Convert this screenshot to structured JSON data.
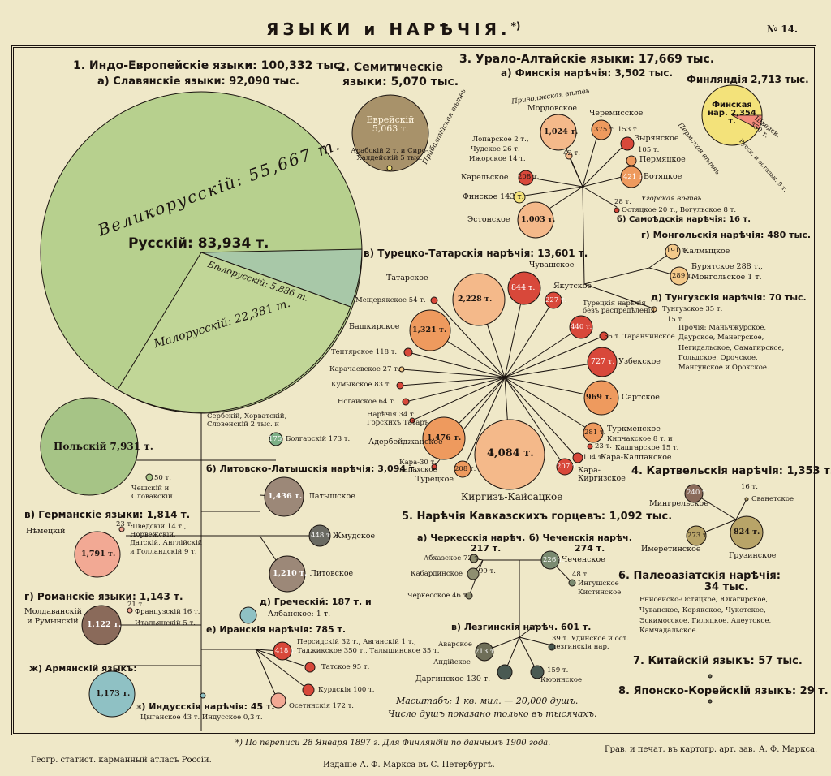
{
  "header": {
    "title": "ЯЗЫКИ и НАРѢЧІЯ.",
    "title_mark": "*)",
    "plate_no": "№ 14."
  },
  "sections": {
    "indo": "1. Индо-Европейскіе языки: 100,332 тыс.",
    "slavic": "а) Славянскіе языки: 92,090 тыс.",
    "semitic_1": "2. Семитическіе",
    "semitic_2": "языки: 5,070 тыс.",
    "ural": "3. Урало-Алтайскіе языки: 17,669 тыс.",
    "finnish": "а) Финскія нарѣчія: 3,502 тыс.",
    "finland": "Финляндія 2,713 тыс.",
    "turkic": "в) Турецко-Татарскія нарѣчія: 13,601 т.",
    "mongol": "г) Монгольскія нарѣчія: 480 тыс.",
    "tungus": "д) Тунгузскія нарѣчія: 70 тыс.",
    "samoyed": "б) Самоѣдскія нарѣчія: 16 т.",
    "kartvel": "4. Картвельскія нарѣчія: 1,353 т.",
    "caucasus": "5. Нарѣчія Кавказскихъ горцевъ: 1,092 тыс.",
    "cherkess_1": "а) Черкесскія нарѣч.",
    "cherkess_2": "217 т.",
    "chechen_1": "б) Чеченскія нарѣч.",
    "chechen_2": "274 т.",
    "lezgin": "в) Лезгинскія нарѣч. 601 т.",
    "paleo_1": "6. Палеоазіатскія нарѣчія:",
    "paleo_2": "34 тыс.",
    "chinese": "7. Китайскій языкъ: 57 тыс.",
    "japkor": "8. Японско-Корейскій языкъ: 29 т.",
    "lithlat": "б) Литовско-Латышскія нарѣчія: 3,094 т.",
    "german": "в) Германскіе языки: 1,814 т.",
    "romance": "г) Романскіе языки: 1,143 т.",
    "armenian": "ж) Армянскій языкъ:",
    "greek": "д) Греческій: 187 т. и",
    "albanian": "Албанское: 1 т.",
    "iranian": "е) Иранскія нарѣчія: 785 т.",
    "indic": "з) Индусскія нарѣчія: 45 т.",
    "indic_sub": "Цыганское 43 т. Индусское 0,3 т."
  },
  "branches": {
    "volga": "Приволжская вѣтвь",
    "baltic": "Прибалтійская вѣтвь",
    "perm": "Пермская вѣтвь",
    "ugric": "Угорская вѣтвь"
  },
  "russian": {
    "total": "Русскій: 83,934 т.",
    "great": "Великорусскій: 55,667 т.",
    "little": "Малорусскій: 22,381 т.",
    "white": "Бѣлорусскій: 5,886 т."
  },
  "finland_pie": {
    "value": "Финская нар. 2,354 т.",
    "swedish": "Шведск. 350 т.",
    "rest": "Русск. и остальн. 9 т."
  },
  "circles": {
    "jewish": "Еврейскій 5,063 т.",
    "jewish_sub": "Арабскій 2 т. и Сиро-Халдейскій 5 тыс.",
    "polish": "Польскій 7,931 т.",
    "polish_small": "50 т.",
    "czech": "Чешскій и Словакскій",
    "serb": "Сербскій, Хорватскій, Словенскій 2 тыс. и",
    "bulg_val": "175 т.",
    "bulg": "Болгарскій 173 т.",
    "latvian_val": "1,436 т.",
    "latvian": "Латышское",
    "zhmud_val": "448 т.",
    "zhmud": "Жмудское",
    "lith_val": "1,210 т.",
    "lith": "Литовское",
    "german_val": "1,791 т.",
    "german_lbl": "Нѣмецкій",
    "german_23": "23 т.",
    "german_sub": "Шведскій 14 т., Норвежскій, Датскій, Англійскій и Голландскій 9 т.",
    "molda_val": "1,122 т.",
    "molda": "Молдаванскій и Румынскій",
    "french": "Французскій 16 т.",
    "italian": "Итальянскій 5 т.",
    "romance_21": "21 т.",
    "armenian_val": "1,173 т.",
    "persian_val": "418 т.",
    "persian": "Персидскій 32 т., Авганскій 1 т.,",
    "tajik": "Таджикское 350 т., Талышинское 35 т.",
    "tat": "Татское 95 т.",
    "kurd": "Курдскія 100 т.",
    "oset": "Осетинскія 172 т."
  },
  "finnic": {
    "mordva_val": "1,024 т.",
    "mordva": "Мордовское",
    "cherem_val": "375 т.",
    "cherem": "Черемисское",
    "lopar": "Лопарское 2 т.,",
    "chud": "Чудское 26 т.",
    "izhor": "Ижорское 14 т.",
    "n42": "42 т.",
    "karel_val": "208 т.",
    "karel": "Карельское",
    "finsk": "Финское 143 т.",
    "eston_val": "1,003 т.",
    "eston": "Эстонское",
    "n153": "153 т.",
    "zyryan": "Зырянское",
    "n105": "105 т.",
    "perm": "Пермяцкое",
    "votyak_val": "421 т.",
    "votyak": "Вотяцкое",
    "n28": "28 т.",
    "ostyak": "Остяцкое 20 т., Вогульское 8 т."
  },
  "mongolic": {
    "kalmyk_val": "191 т.",
    "kalmyk": "Калмыцкое",
    "buryat": "Бурятское 288 т.,",
    "mong": "Монгольское 1 т.",
    "buryat_val": "289 т.",
    "tungus": "Тунгузское 35 т.",
    "n15": "15 т.",
    "prochie": "Прочія: Маньчжурское, Даурское, Манегрское, Негидальское, Самагирское, Гольдское, Орочское, Мангунское и Орокское."
  },
  "turkic": {
    "tatar_val": "2,228 т.",
    "tatar": "Татарское",
    "chuvash_val": "844 т.",
    "chuvash": "Чувашское",
    "yakut_val": "227 т.",
    "yakut": "Якутское",
    "meshch": "Мещерякское 54 т.",
    "bashkir_val": "1,321 т.",
    "bashkir": "Башкирское",
    "teptyar": "Тептярское 118 т.",
    "karachay": "Карачаевское 27 т.",
    "kumyk": "Кумыкское 83 т.",
    "nogai": "Ногайское 64 т.",
    "nar34": "Нарѣчія 34 т.",
    "gorsk": "Горскихъ Татаръ",
    "azer_val": "1,476 т.",
    "azer": "Адербейджанское",
    "karapap": "Кара-30 т. папахское",
    "turk_val": "208 т.",
    "turk": "Турецкое",
    "kirgiz_val": "4,084 т.",
    "kirgiz": "Киргизъ-Кайсацкое",
    "unclassified": "Турецкія нарѣчія безъ распредѣленія",
    "uncl_val": "440 т.",
    "taranch": "56 т. Таранчинское",
    "uzbek_val": "727 т.",
    "uzbek": "Узбекское",
    "sart_val": "969 т.",
    "sart": "Сартское",
    "turkmen_val": "281 т.",
    "turkmen": "Туркменское",
    "kipchak": "Кипчакское 8 т. и",
    "n23": "23 т.",
    "kashgar": "Кашгарское 15 т.",
    "karakalp_val": "104 т.",
    "karakalp": "Кара-Калпакское",
    "karakirg_val": "207 т.",
    "karakirg": "Кара-Киргизское"
  },
  "kartvelic": {
    "mingrel_val": "240 т.",
    "mingrel": "Мингрельское",
    "n16": "16 т.",
    "svan": "Сванетское",
    "imeret_val": "273 т.",
    "imeret": "Имеретинское",
    "gruz_val": "824 т.",
    "gruz": "Грузинское"
  },
  "caucasic": {
    "abkhaz": "Абхазское 72 т.",
    "kabard": "Кабардинское",
    "kab_val": "99 т.",
    "cherkess": "Черкесское 46 т.",
    "chechen_val": "226 т.",
    "chechen": "Чеченское",
    "n48": "48 т.",
    "ingush": "Ингушское",
    "kist": "Кистинское",
    "avar": "Аварское",
    "avar_val": "213 т.",
    "andi": "Андійское",
    "dargin": "Даргинское 130 т.",
    "udin": "39 т. Удинское и ост. лезгинскія нар.",
    "kyurin_val": "159 т.",
    "kyurin": "Кюринское"
  },
  "paleo_list": "Енисейско-Остяцкое, Юкагирское, Чуванское, Корякское, Чукотское, Эскимосское, Гиляцкое, Алеутское, Камчадальское.",
  "scale": {
    "line1": "Масштабъ: 1 кв. мил. — 20,000 душъ.",
    "line2": "Число душъ показано только въ тысячахъ."
  },
  "footer": {
    "note": "*) По переписи 28 Января 1897 г. Для Финляндіи по даннымъ 1900 года.",
    "left": "Геогр. статист. карманный атласъ Россіи.",
    "center": "Изданіе А. Ф. Маркса въ С. Петербургѣ.",
    "right": "Грав. и печат. въ картогр. арт. зав.",
    "right2": "А. Ф. Маркса."
  },
  "colors": {
    "paper": "#efe8c8",
    "slavic_green": "#b7d08e",
    "blue_green": "#a8c8a8",
    "polish_green": "#a6c486",
    "semitic": "#a8926a",
    "orange_light": "#f4b98a",
    "orange": "#ee9a5e",
    "red": "#d8483a",
    "yellow": "#f3e27a",
    "taupe": "#9c8878",
    "dark_grey": "#4a5a52",
    "teal": "#8fc1c4",
    "caucasus_grey": "#6e6e58",
    "kartvel_olive": "#b8a468",
    "pink": "#f2a994"
  }
}
